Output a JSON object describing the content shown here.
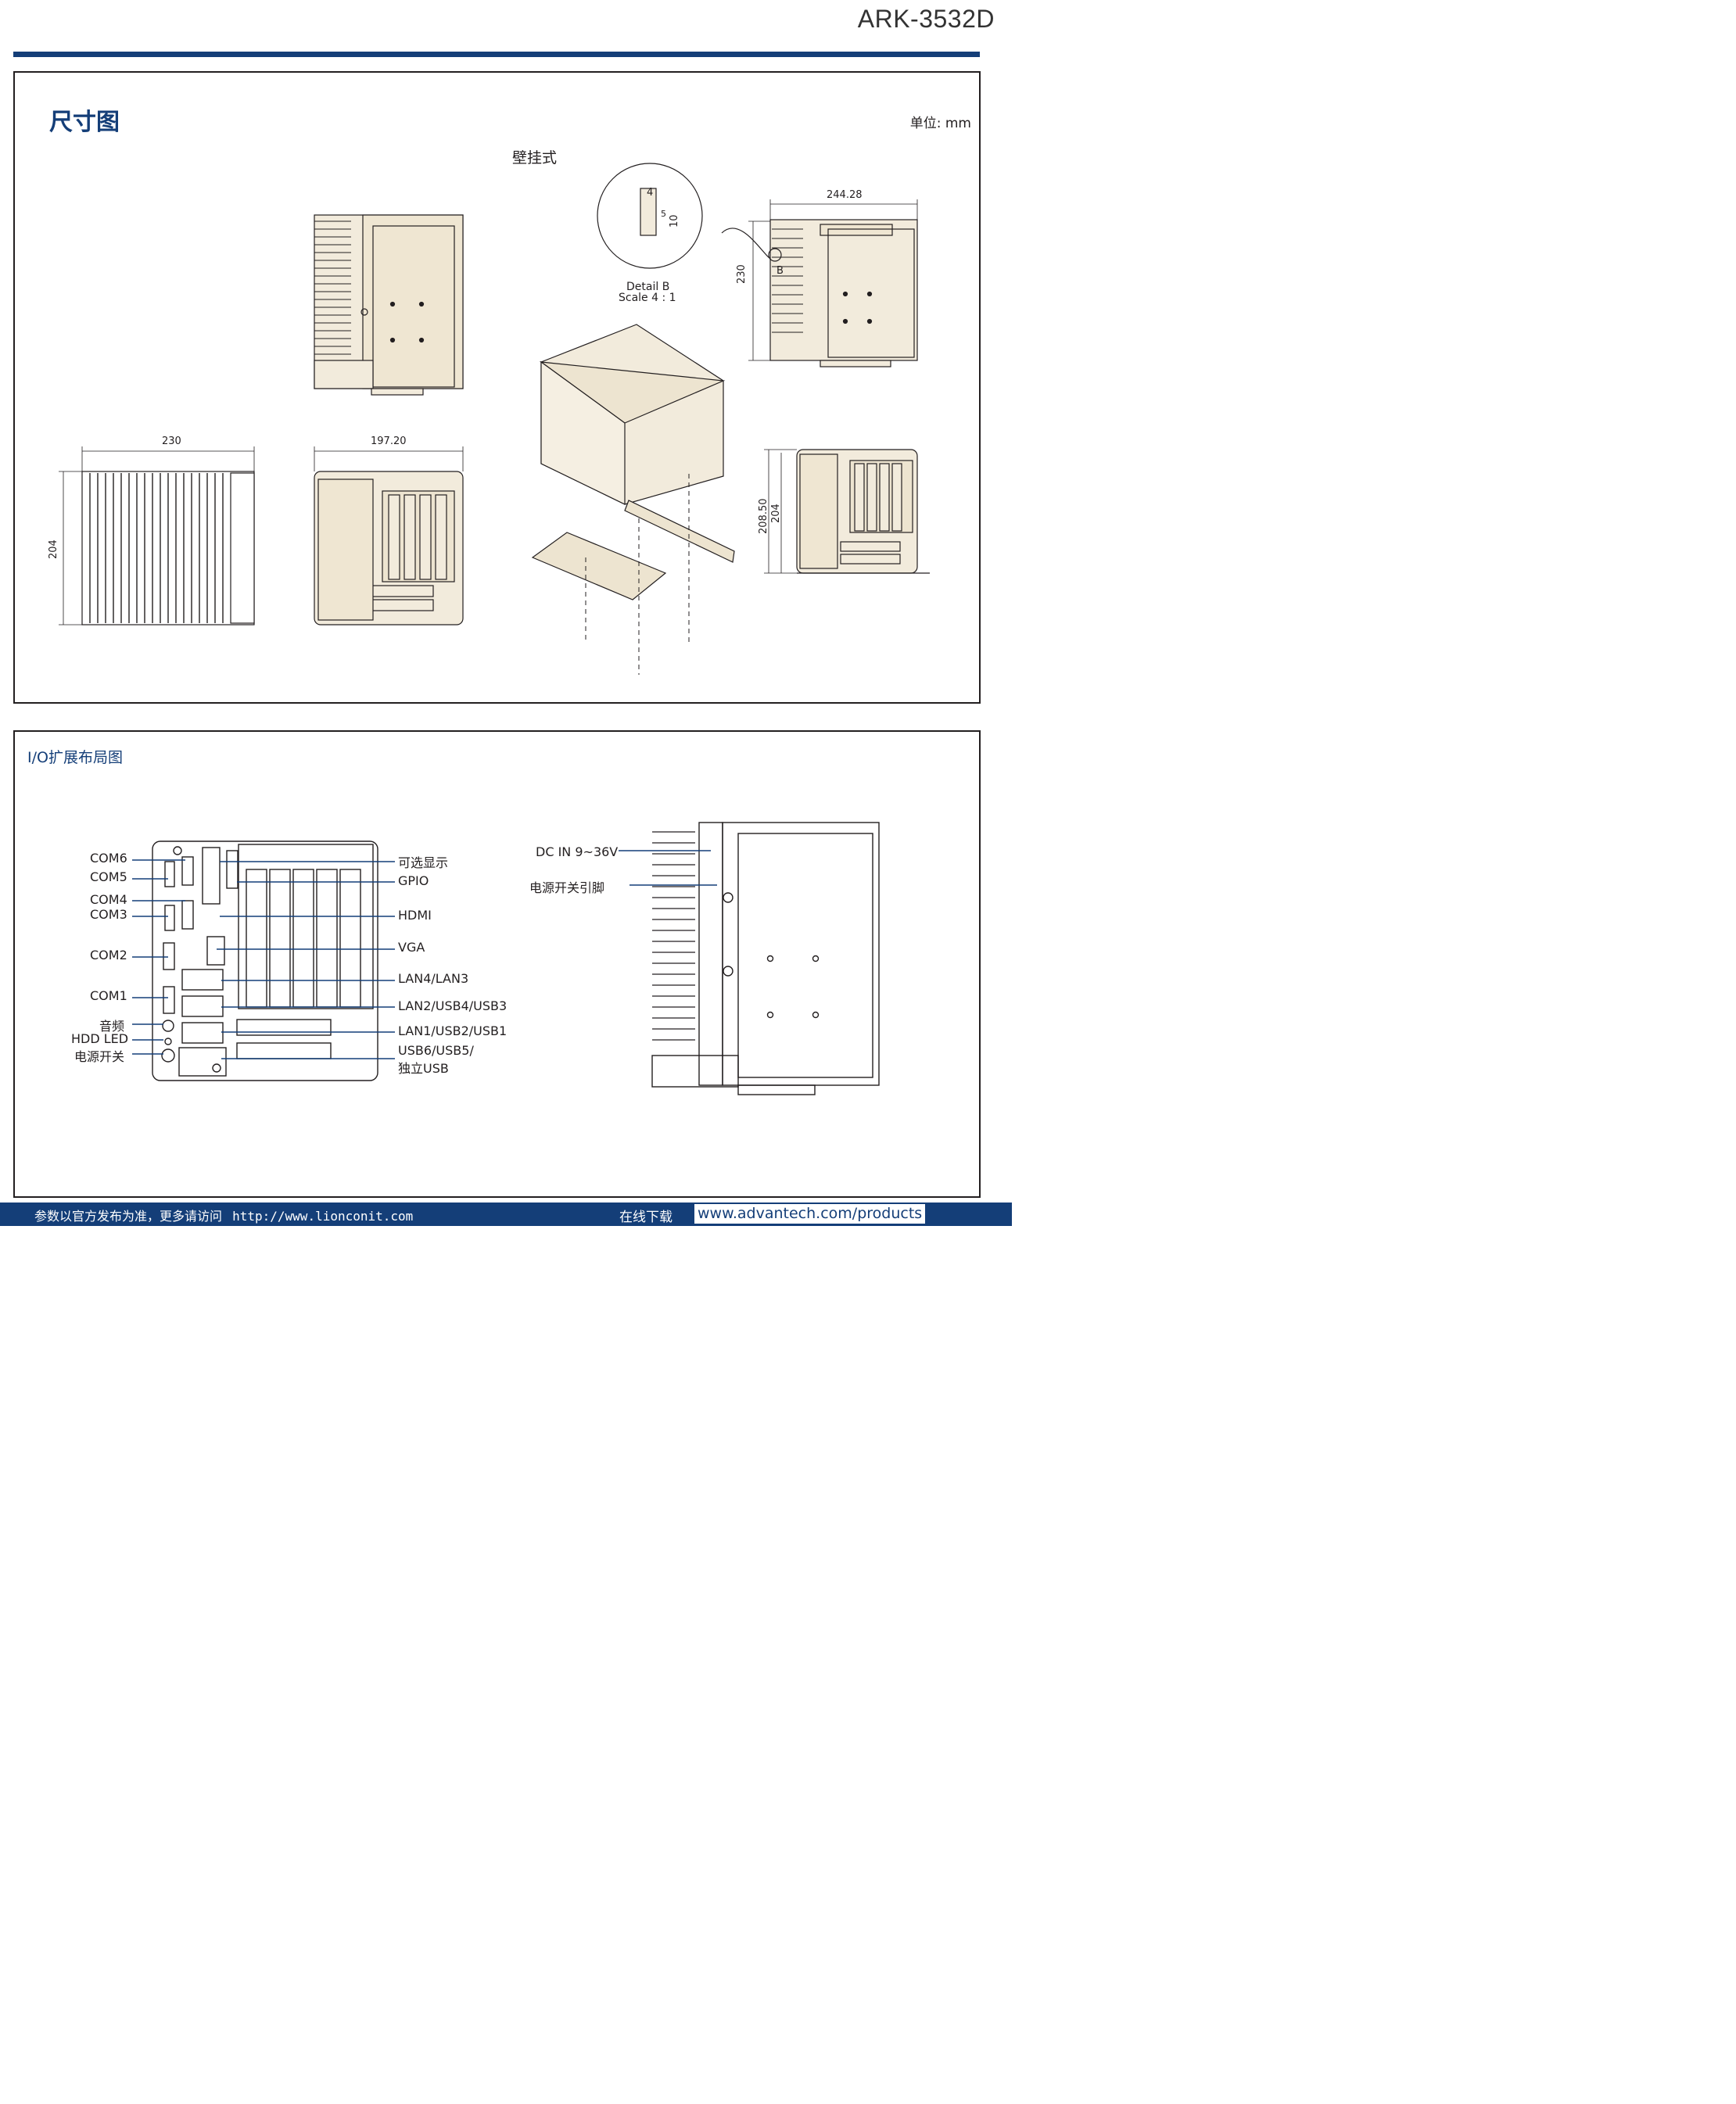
{
  "header": {
    "model": "ARK-3532D"
  },
  "dimensions": {
    "title": "尺寸图",
    "unit": "单位: mm",
    "mount_label": "壁挂式",
    "detail_label": "Detail B",
    "detail_scale": "Scale 4 : 1",
    "detail_values": {
      "a": "4",
      "b": "5",
      "c": "10",
      "marker": "B"
    },
    "labels": {
      "side_width": "244.28",
      "side_height": "230",
      "top_width": "230",
      "top_height": "204",
      "front_width": "197.20",
      "front_height_outer": "208.50",
      "front_height_inner": "204"
    }
  },
  "io": {
    "title": "I/O扩展布局图",
    "left_labels": [
      "COM6",
      "COM5",
      "COM4",
      "COM3",
      "COM2",
      "COM1",
      "音频",
      "HDD LED",
      "电源开关"
    ],
    "right_labels": [
      "可选显示",
      "GPIO",
      "HDMI",
      "VGA",
      "LAN4/LAN3",
      "LAN2/USB4/USB3",
      "LAN1/USB2/USB1",
      "USB6/USB5/",
      "独立USB"
    ],
    "side_labels": [
      "DC IN 9~36V",
      "电源开关引脚"
    ]
  },
  "footer": {
    "note": "参数以官方发布为准，更多请访问",
    "url": "http://www.lionconit.com",
    "download_label": "在线下载",
    "site": "www.advantech.com/products"
  },
  "colors": {
    "brand": "#143e78",
    "drawing_fill": "#f2ebdc",
    "line": "#231f20"
  }
}
